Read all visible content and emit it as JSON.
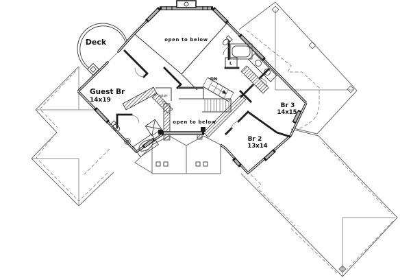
{
  "colors": {
    "background": "#ffffff",
    "wall_line": "#1c1c1c",
    "roof_line": "#6b6b6b",
    "hidden_line": "#8a8a8a",
    "window_fill": "#b5b5b5"
  },
  "plan": {
    "rooms": [
      {
        "id": "deck",
        "label": "Deck"
      },
      {
        "id": "guest-bedroom",
        "label": "Guest Br",
        "size": "14x19"
      },
      {
        "id": "bedroom-3",
        "label": "Br 3",
        "size": "14x15"
      },
      {
        "id": "bedroom-2",
        "label": "Br 2",
        "size": "13x14"
      }
    ],
    "annotations": {
      "open_to_below_top": "open to below",
      "open_to_below_center": "open to below",
      "storage": "stor",
      "stair_direction": "DN",
      "linen_closet": "L"
    }
  }
}
